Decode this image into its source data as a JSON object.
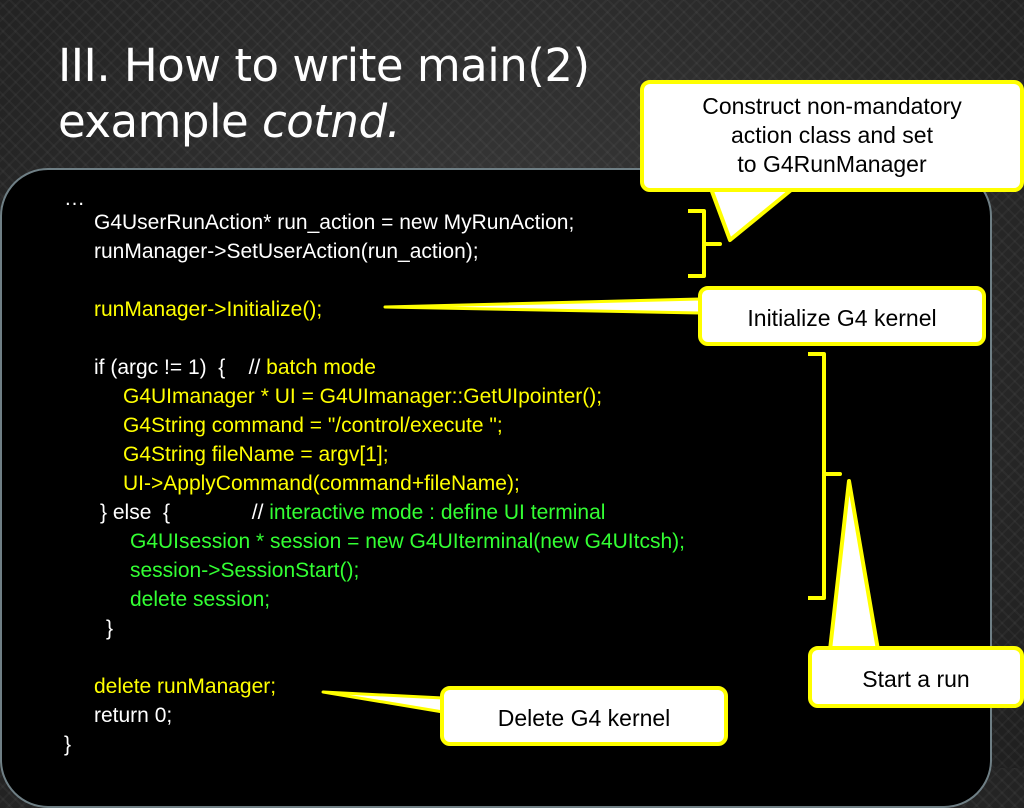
{
  "slide": {
    "title_line1": "III. How to write main(2)",
    "title_line2_prefix": "example ",
    "title_line2_italic": "cotnd."
  },
  "code": {
    "l1": "…",
    "l2": "G4UserRunAction* run_action = new MyRunAction;",
    "l3": "runManager->SetUserAction(run_action);",
    "l4": "runManager->Initialize();",
    "l5_a": "if (argc != 1)  {    ",
    "l5_b": "// ",
    "l5_c": "batch mode",
    "l6": "G4UImanager * UI = G4UImanager::GetUIpointer();",
    "l7": "G4String command = \"/control/execute \";",
    "l8": "G4String fileName = argv[1];",
    "l9": "UI->ApplyCommand(command+fileName);",
    "l10_a": "} else  {              ",
    "l10_b": "// ",
    "l10_c": "interactive mode : define UI terminal",
    "l11": "G4UIsession * session = new G4UIterminal(new G4UItcsh);",
    "l12": "session->SessionStart();",
    "l13": "delete session;",
    "l14": "}",
    "l15": "delete runManager;",
    "l16": "return 0;",
    "l17": "}"
  },
  "callouts": {
    "construct_line1": "Construct non-mandatory",
    "construct_line2": "action class and set",
    "construct_line3": "to G4RunManager",
    "initialize": "Initialize G4 kernel",
    "start_run": "Start a run",
    "delete_kernel": "Delete G4 kernel"
  },
  "colors": {
    "code_default": "#ffffff",
    "code_yellow": "#ffff00",
    "code_green": "#33ff33",
    "callout_border": "#ffff00"
  }
}
